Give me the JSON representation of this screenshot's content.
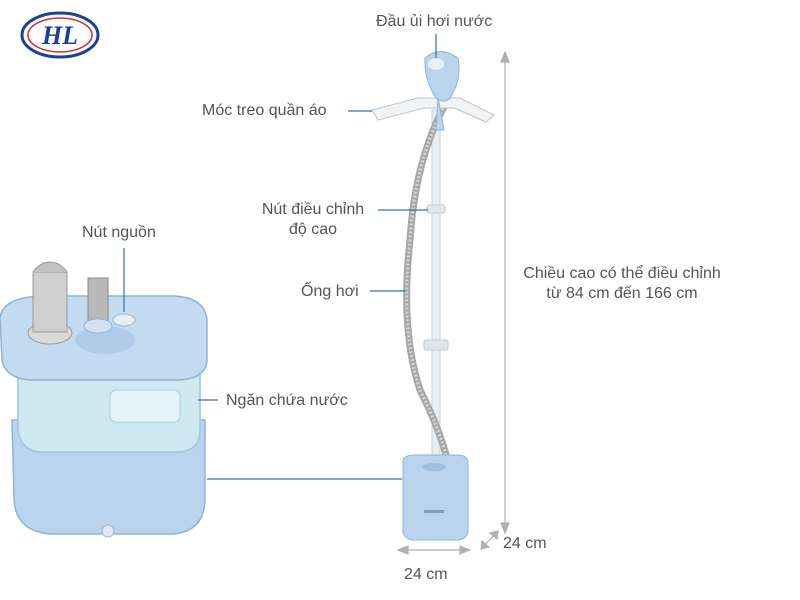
{
  "logo": {
    "text": "HL"
  },
  "labels": {
    "steam_head": "Đầu ủi hơi nước",
    "hanger": "Móc treo quần áo",
    "height_button_line1": "Nút điều chỉnh",
    "height_button_line2": "độ cao",
    "hose": "Ống hơi",
    "power_button": "Nút nguồn",
    "water_tank": "Ngăn chứa nước",
    "height_range_line1": "Chiều cao có thể điều chỉnh",
    "height_range_line2": "từ  84 cm đến 166 cm",
    "depth": "24 cm",
    "width": "24 cm"
  },
  "colors": {
    "body_blue": "#bcd6ee",
    "body_blue_dark": "#9fc0e0",
    "tank_glass": "#cfe9f3",
    "leader_line": "#3a6fb0",
    "dimension_line": "#b0b0b0",
    "logo_blue": "#1b3f9a",
    "logo_red": "#d42a2a"
  }
}
